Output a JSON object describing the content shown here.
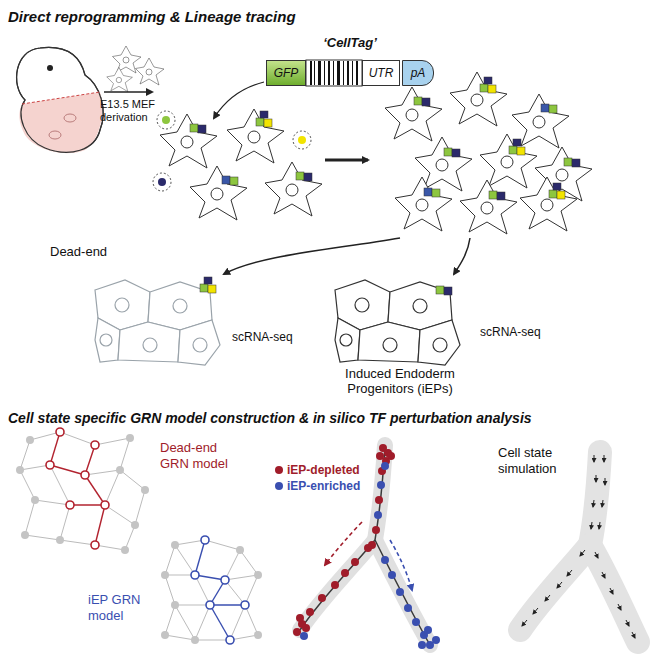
{
  "diagram": {
    "nodes": [
      {
        "text": [
          "‘CellTag’"
        ]
      },
      {
        "text": [
          "GFP"
        ],
        "in": 0
      },
      {
        "text": [
          "UTR"
        ],
        "in": 0
      },
      {
        "text": [
          "pA"
        ],
        "in": 0
      },
      {
        "text": [
          "Dead-end"
        ]
      },
      {
        "text": [
          "Induced Endoderm Progenitors (iEPs)"
        ]
      },
      {
        "text": [
          "Dead-end GRN model"
        ]
      },
      {
        "text": [
          "iEP GRN model"
        ]
      }
    ],
    "labels": [
      "Direct reprogramming & Lineage tracing",
      "E13.5 MEF derivation",
      "scRNA-seq",
      "scRNA-seq",
      "Cell state specific GRN model construction & in silico TF perturbation analysis",
      "Cell state simulation"
    ],
    "legend": [
      {
        "text": "iEP-depleted",
        "color": "#a01c2a"
      },
      {
        "text": "iEP-enriched",
        "color": "#3a4fb0"
      }
    ]
  }
}
